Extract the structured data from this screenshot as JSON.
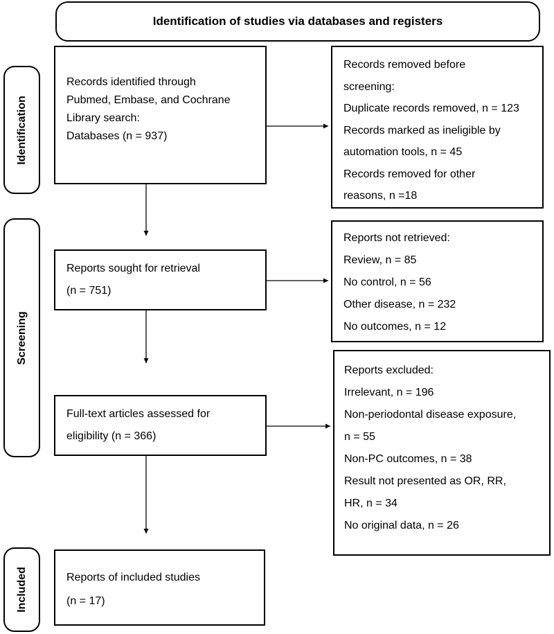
{
  "header": {
    "title": "Identification of studies via databases and registers"
  },
  "stages": {
    "identification": "Identification",
    "screening": "Screening",
    "included": "Included"
  },
  "boxes": {
    "identified": {
      "lines": [
        "Records identified through",
        "Pubmed, Embase, and Cochrane",
        "Library search:",
        "Databases (n = 937)"
      ]
    },
    "removed": {
      "lines": [
        "Records removed before",
        "screening:",
        "Duplicate records removed, n = 123",
        "Records marked as ineligible by",
        "automation tools, n = 45",
        "Records removed for other",
        "reasons, n =18"
      ]
    },
    "sought": {
      "lines": [
        "Reports sought for retrieval",
        "(n = 751)"
      ]
    },
    "not_retrieved": {
      "lines": [
        "Reports not retrieved:",
        "Review, n = 85",
        "No control, n = 56",
        "Other disease, n = 232",
        "No outcomes, n = 12"
      ]
    },
    "assessed": {
      "lines": [
        "Full-text articles assessed for",
        "eligibility (n = 366)"
      ]
    },
    "excluded": {
      "lines": [
        "Reports excluded:",
        "Irrelevant, n = 196",
        "Non-periodontal disease exposure,",
        "n = 55",
        "Non-PC outcomes, n = 38",
        "Result not presented as OR, RR,",
        "HR, n = 34",
        "No original data, n = 26"
      ]
    },
    "included": {
      "lines": [
        "Reports of included studies",
        "(n = 17)"
      ]
    }
  }
}
